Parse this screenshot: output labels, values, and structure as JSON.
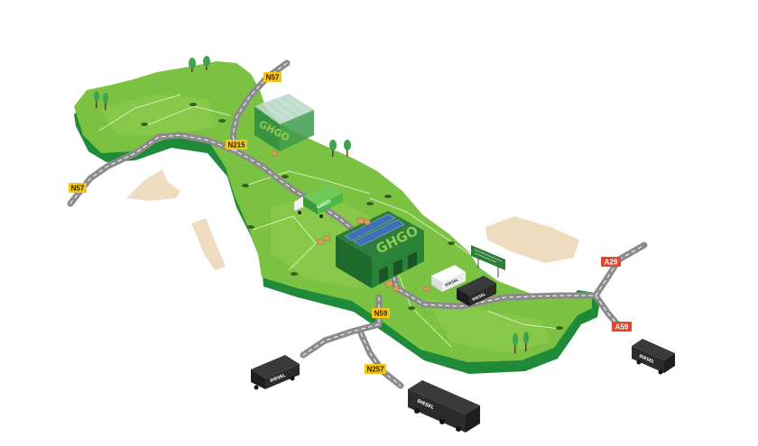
{
  "colors": {
    "island_top": "#7cc242",
    "island_top_light": "#8fcd4f",
    "island_side": "#1f8a3a",
    "island_side_dark": "#17702e",
    "road": "#8b8b8b",
    "road_dash": "#ffffff",
    "sand": "#eddcbf",
    "warehouse_roof": "#2e7d3a",
    "warehouse_wall": "#206b2f",
    "solar_panel": "#3f6fb8",
    "label_yellow": "#f6c514",
    "label_red": "#e2462b",
    "van_body": "#2b2b2b",
    "truck_green": "#4db848",
    "trees": "#3ea34a"
  },
  "icons": [
    "tree-icon",
    "warehouse-icon",
    "truck-icon",
    "van-icon",
    "billboard-icon",
    "crate-icon",
    "person-icon"
  ],
  "roads": {
    "n57_top": "N57",
    "n57_left": "N57",
    "n215": "N215",
    "n59": "N59",
    "n257": "N257",
    "a29": "A29",
    "a59": "A59"
  },
  "warehouses": {
    "main_logo": "GHGO",
    "small_logo": "GHGO"
  },
  "vehicles": {
    "van_brand": "DIESEL",
    "truck_brand": "DIESEL",
    "green_truck_brand": "GHGO"
  }
}
